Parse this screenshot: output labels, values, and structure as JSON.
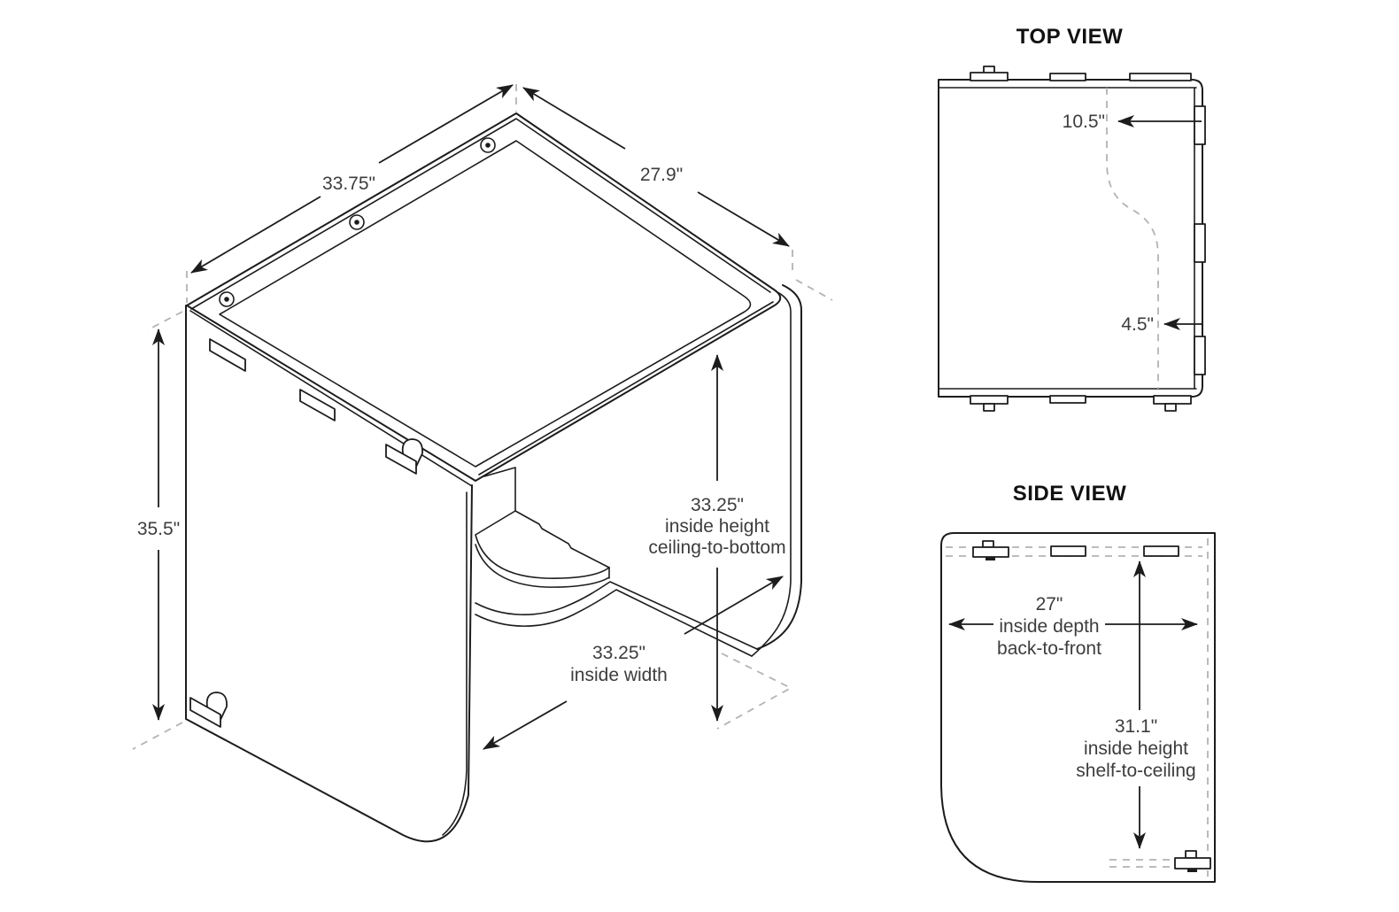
{
  "colors": {
    "background": "#ffffff",
    "line": "#1c1c1c",
    "dashed_guide": "#b3b3b3",
    "dimension_text": "#3d3d3d",
    "title_text": "#111111"
  },
  "isometric": {
    "width_top_left": "33.75\"",
    "depth_top_right": "27.9\"",
    "outer_height": "35.5\"",
    "inside_height": [
      "33.25\"",
      "inside height",
      "ceiling-to-bottom"
    ],
    "inside_width": [
      "33.25\"",
      "inside width"
    ]
  },
  "top_view": {
    "title": "TOP VIEW",
    "depth_back": "10.5\"",
    "depth_front": "4.5\""
  },
  "side_view": {
    "title": "SIDE VIEW",
    "inside_depth": [
      "27\"",
      "inside depth",
      "back-to-front"
    ],
    "inside_height": [
      "31.1\"",
      "inside height",
      "shelf-to-ceiling"
    ]
  }
}
